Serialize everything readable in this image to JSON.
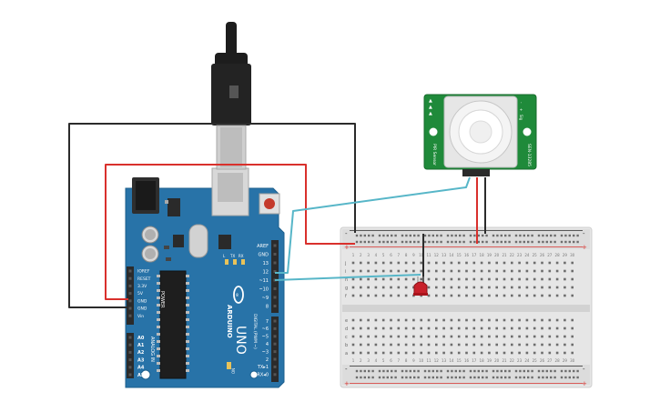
{
  "arduino": {
    "brand": "ARDUINO",
    "model": "UNO",
    "power_header_label": "POWER",
    "analog_header_label": "ANALOG IN",
    "digital_header_label": "DIGITAL (PWM ~)",
    "on_label": "ON",
    "power_pins": [
      "IOREF",
      "RESET",
      "3.3V",
      "5V",
      "GND",
      "GND",
      "Vin"
    ],
    "analog_pins": [
      "A0",
      "A1",
      "A2",
      "A3",
      "A4",
      "A5"
    ],
    "top_pins": [
      "AREF",
      "GND",
      "13",
      "12",
      "~11",
      "~10",
      "~9",
      "8"
    ],
    "bottom_pins": [
      "7",
      "~6",
      "~5",
      "4",
      "~3",
      "2",
      "TX▸1",
      "RX◂0"
    ],
    "led_labels": [
      "L",
      "TX",
      "RX"
    ]
  },
  "pir_sensor": {
    "side_label_left": "PIR Sensor",
    "side_label_right": "SEN-13285",
    "pin_labels": [
      "-",
      "+",
      "Sig"
    ]
  },
  "breadboard": {
    "rail_plus": "+",
    "rail_minus": "-",
    "row_letters_top": [
      "j",
      "i",
      "h",
      "g",
      "f"
    ],
    "row_letters_bottom": [
      "e",
      "d",
      "c",
      "b",
      "a"
    ],
    "column_numbers": [
      "1",
      "2",
      "3",
      "4",
      "5",
      "6",
      "7",
      "8",
      "9",
      "10",
      "11",
      "12",
      "13",
      "14",
      "15",
      "16",
      "17",
      "18",
      "19",
      "20",
      "21",
      "22",
      "23",
      "24",
      "25",
      "26",
      "27",
      "28",
      "29",
      "30"
    ]
  },
  "colors": {
    "arduino_board": "#2873a8",
    "pir_board": "#1f8a3a",
    "breadboard": "#e9e9e9",
    "wire_red": "#d9302c",
    "wire_black": "#2b2b2b",
    "wire_cyan": "#57b6c8",
    "led": "#c8202a"
  }
}
